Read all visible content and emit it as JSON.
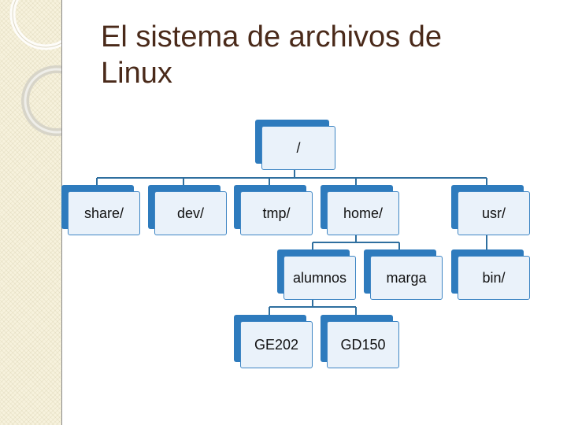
{
  "slide": {
    "title_line1": "El sistema de archivos de",
    "title_line2": "Linux"
  },
  "colors": {
    "title": "#4a2a1a",
    "node_shadow": "#2e7bbd",
    "node_face": "#eaf2fa",
    "connector": "#2f6f9f"
  },
  "tree": {
    "root": "/",
    "share": "share/",
    "dev": "dev/",
    "tmp": "tmp/",
    "home": "home/",
    "usr": "usr/",
    "alumnos": "alumnos",
    "marga": "marga",
    "bin": "bin/",
    "ge202": "GE202",
    "gd150": "GD150"
  }
}
